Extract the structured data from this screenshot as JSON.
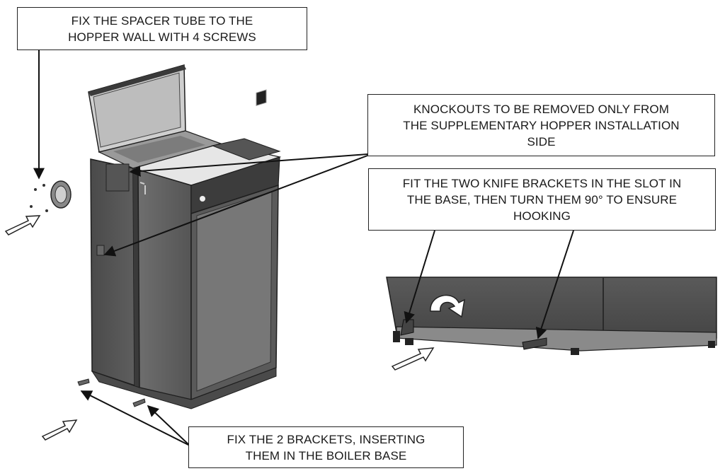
{
  "callouts": {
    "spacer_tube": {
      "line1": "FIX THE SPACER TUBE TO THE",
      "line2": "HOPPER WALL WITH 4 SCREWS"
    },
    "knockouts": {
      "line1": "KNOCKOUTS TO BE REMOVED ONLY FROM",
      "line2": "THE SUPPLEMENTARY HOPPER INSTALLATION",
      "line3": "SIDE"
    },
    "knife_brackets": {
      "line1": "FIT THE TWO KNIFE BRACKETS IN THE SLOT IN",
      "line2": "THE BASE, THEN TURN THEM 90° TO ENSURE",
      "line3": "HOOKING"
    },
    "brackets": {
      "line1": "FIX THE 2 BRACKETS, INSERTING",
      "line2": "THEM IN THE BOILER BASE"
    }
  },
  "colors": {
    "boiler_body": "#5c5c5c",
    "boiler_dark": "#3a3a3a",
    "boiler_light": "#8a8a8a",
    "top_panel": "#e6e6e6",
    "base_detail": "#6a6a6a",
    "outline": "#1e1e1e"
  },
  "icons": [
    "rotation-arrow-icon",
    "direction-arrow-icon",
    "spacer-tube-icon",
    "screw-dot-icon",
    "bracket-icon"
  ]
}
